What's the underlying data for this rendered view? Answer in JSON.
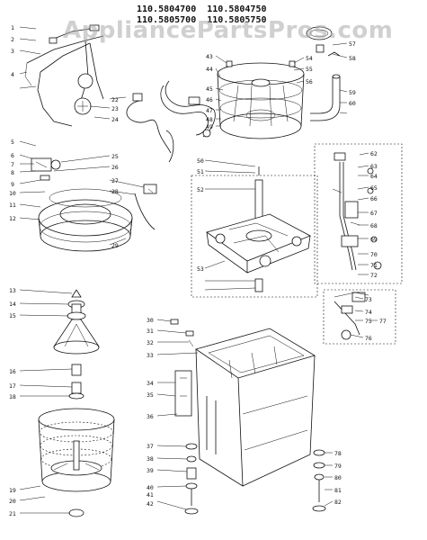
{
  "header": {
    "models_line1": "110.5804700  110.5804750",
    "models_line2": "110.5805700  110.5805750"
  },
  "watermark": "AppliancePartsPros.com",
  "callouts": {
    "left_column": [
      "1",
      "2",
      "3",
      "4",
      "5",
      "6",
      "7",
      "8",
      "9",
      "10",
      "11",
      "12",
      "13",
      "14",
      "15",
      "16",
      "17",
      "18",
      "19",
      "20",
      "21"
    ],
    "wiring": [
      "22",
      "23",
      "24",
      "25",
      "26",
      "27",
      "28",
      "29"
    ],
    "center_column": [
      "30",
      "31",
      "32",
      "33",
      "34",
      "35",
      "36",
      "37",
      "38",
      "39",
      "40",
      "41",
      "42"
    ],
    "transmission": [
      "43",
      "44",
      "45",
      "46",
      "47",
      "48",
      "49",
      "50",
      "51",
      "52",
      "53"
    ],
    "tub_top": [
      "54",
      "55",
      "56",
      "57",
      "58",
      "59",
      "60"
    ],
    "right_panel": [
      "62",
      "63",
      "64",
      "65",
      "66",
      "67",
      "68",
      "69",
      "70",
      "71",
      "72"
    ],
    "lid_switch": [
      "73",
      "74",
      "75",
      "76",
      "77"
    ],
    "right_feet": [
      "78",
      "79",
      "80",
      "81",
      "82"
    ]
  },
  "colors": {
    "ink": "#111111",
    "watermark": "#aaaaaa"
  }
}
